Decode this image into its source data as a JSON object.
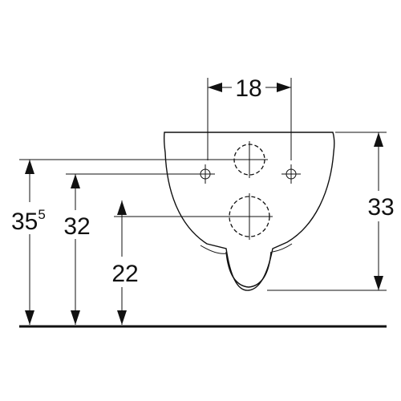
{
  "diagram": {
    "dim_width": "18",
    "dim_right": "33",
    "dim_left_main": "35",
    "dim_left_sup": "5",
    "dim_mid": "32",
    "dim_low": "22"
  }
}
